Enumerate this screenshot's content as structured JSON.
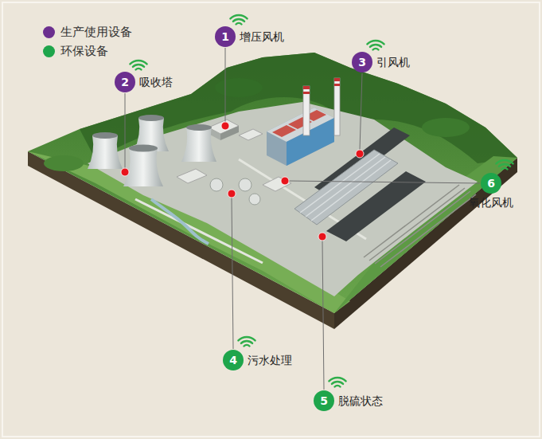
{
  "diagram": {
    "nodes": [
      {
        "text": [
          "1",
          "增压风机"
        ]
      },
      {
        "text": [
          "2",
          "吸收塔"
        ]
      },
      {
        "text": [
          "3",
          "引风机"
        ]
      },
      {
        "text": [
          "4",
          "污水处理"
        ]
      },
      {
        "text": [
          "5",
          "脱硫状态"
        ]
      },
      {
        "text": [
          "6",
          "氧化风机"
        ]
      }
    ],
    "legend": [
      {
        "text": "生产使用设备",
        "color": "#6b2f8f"
      },
      {
        "text": "环保设备",
        "color": "#1ea54b"
      }
    ]
  }
}
